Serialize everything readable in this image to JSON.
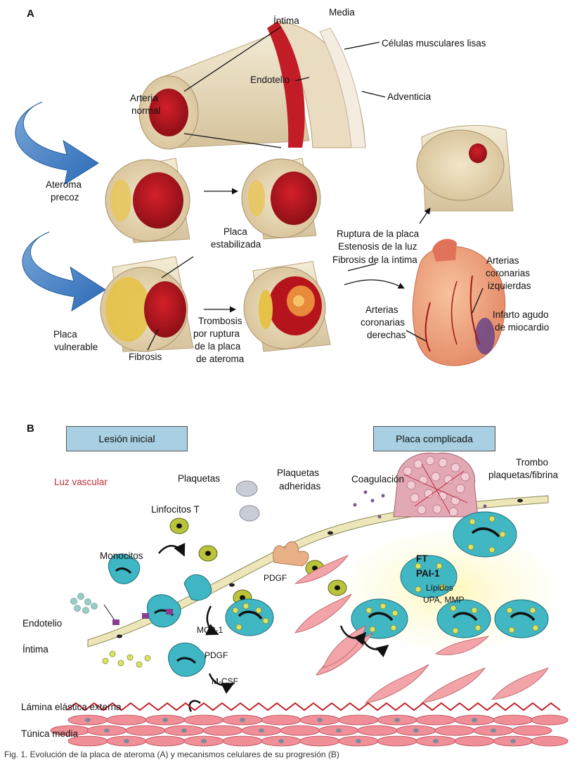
{
  "panel_a": {
    "tag": "A",
    "labels": {
      "intima": "Íntima",
      "media": "Media",
      "celulas": "Células musculares lisas",
      "endotelio": "Endotelio",
      "adventicia": "Adventicia",
      "arteria": "Arteria",
      "normal": "normal",
      "ateroma": "Ateroma",
      "precoz": "precoz",
      "placa": "Placa",
      "estabilizada": "estabilizada",
      "ruptura": "Ruptura de la placa",
      "estenosis": "Estenosis de la luz",
      "fibrosis_intima": "Fibrosis de la íntima",
      "arterias_izq_1": "Arterias",
      "arterias_izq_2": "coronarias",
      "arterias_izq_3": "izquierdas",
      "arterias_der_1": "Arterias",
      "arterias_der_2": "coronarias",
      "arterias_der_3": "derechas",
      "infarto_1": "Infarto agudo",
      "infarto_2": "de miocardio",
      "placa_v1": "Placa",
      "placa_v2": "vulnerable",
      "fibrosis": "Fibrosis",
      "trombosis_1": "Trombosis",
      "trombosis_2": "por ruptura",
      "trombosis_3": "de la placa",
      "trombosis_4": "de ateroma"
    }
  },
  "panel_b": {
    "tag": "B",
    "boxes": {
      "lesion": "Lesión inicial",
      "complicada": "Placa complicada"
    },
    "labels": {
      "luz": "Luz vascular",
      "plaquetas": "Plaquetas",
      "plaquetas_adh_1": "Plaquetas",
      "plaquetas_adh_2": "adheridas",
      "coagulacion": "Coagulación",
      "trombo_1": "Trombo",
      "trombo_2": "plaquetas/fibrina",
      "linfocitos": "Linfocitos T",
      "monocitos": "Monocitos",
      "endotelio": "Endotelio",
      "intima": "Íntima",
      "pdgf_1": "PDGF",
      "mcp": "MCP-1",
      "pdgf_2": "PDGF",
      "mcsf": "M-CSF",
      "ft": "FT",
      "pai": "PAI-1",
      "lipidos": "Lípidos",
      "upa": "UPA, MMP",
      "lamina": "Lámina elástica externa",
      "tunica": "Túnica media"
    }
  },
  "caption_fragment": "Fig. 1. Evolución de la placa de ateroma (A) y mecanismos celulares de su progresión (B)"
}
